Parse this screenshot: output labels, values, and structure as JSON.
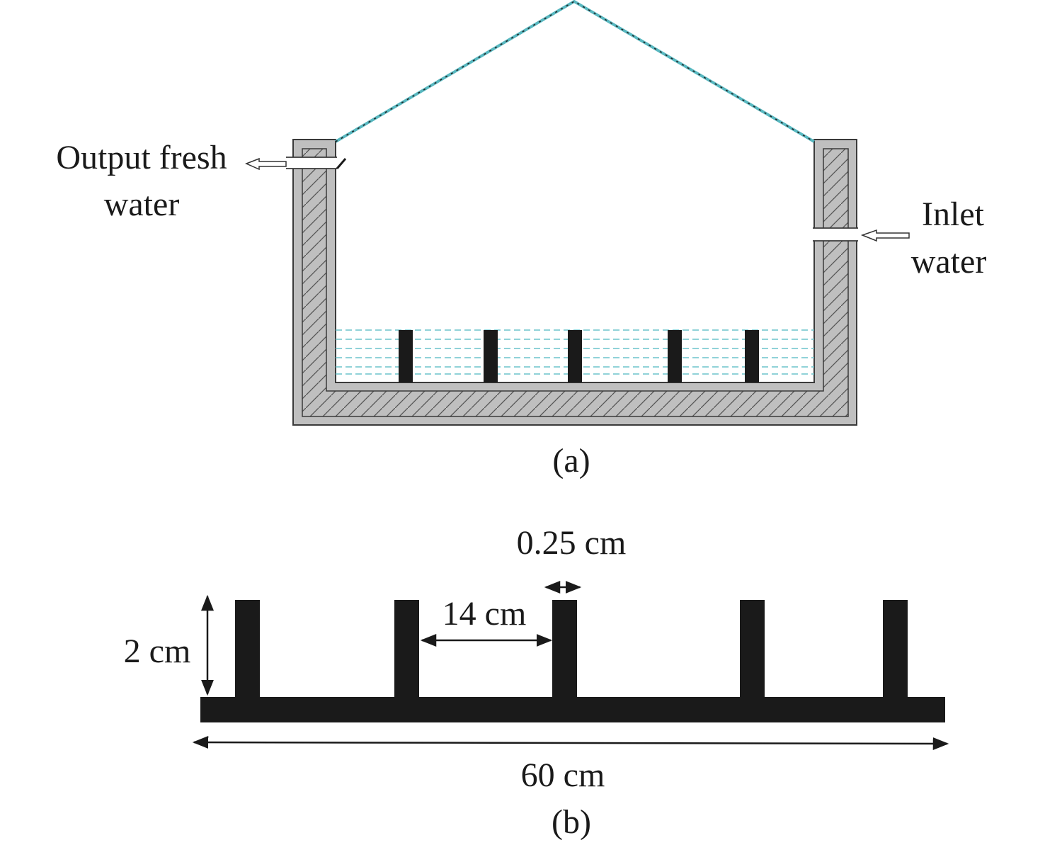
{
  "panel_a": {
    "caption": "(a)",
    "outlet_label_line1": "Output fresh",
    "outlet_label_line2": "water",
    "inlet_label_line1": "Inlet",
    "inlet_label_line2": "water",
    "fin_count": 5
  },
  "panel_b": {
    "caption": "(b)",
    "fin_thickness_label": "0.25 cm",
    "fin_spacing_label": "14 cm",
    "fin_height_label": "2 cm",
    "base_length_label": "60 cm",
    "fin_count": 5
  },
  "colors": {
    "wall_fill": "#bfbfbf",
    "outline": "#3a3a3a",
    "glass": "#58b8c0",
    "water_line": "#6cc4cc",
    "fin": "#1a1a1a",
    "hatch": "#555555"
  }
}
